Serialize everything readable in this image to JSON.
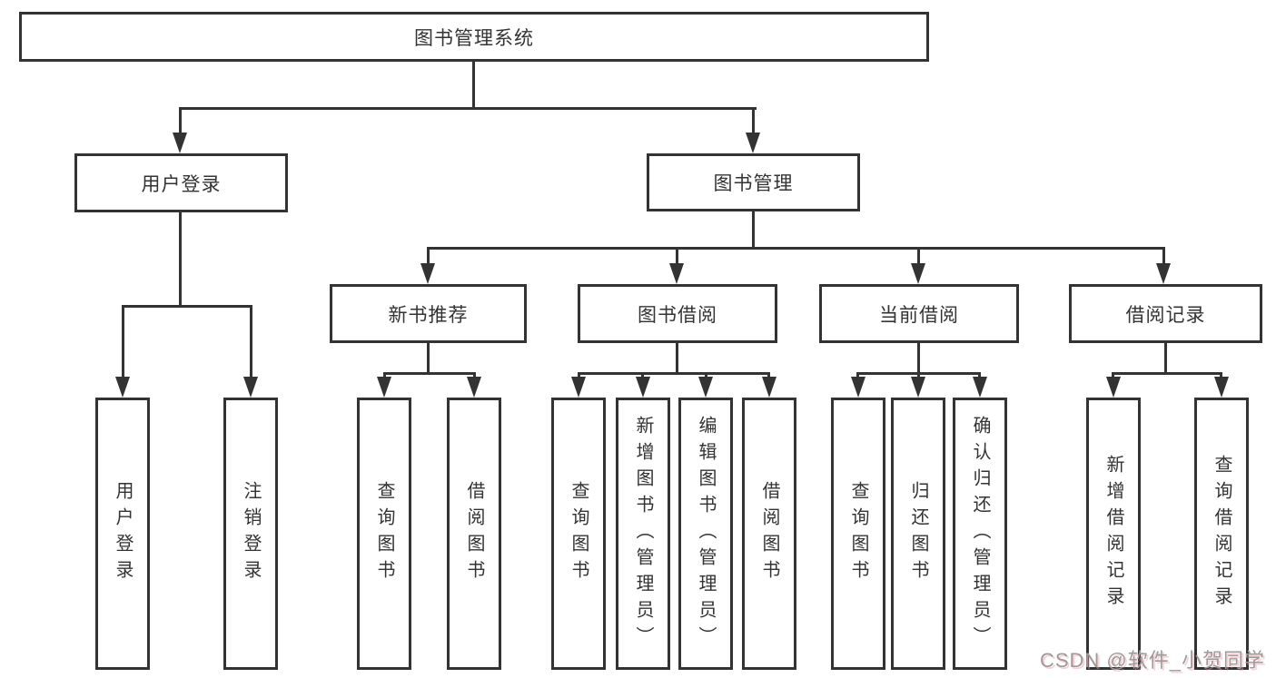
{
  "diagram": {
    "type": "org-tree",
    "title": "图书管理系统",
    "watermark": "CSDN @软件_小贺同学",
    "colors": {
      "line": "#333333",
      "text": "#333333",
      "watermark": "#9b9b9b",
      "background": "#ffffff"
    },
    "hierarchy": {
      "label": "图书管理系统",
      "children": [
        {
          "label": "用户登录",
          "children": [
            {
              "label": "用户登录"
            },
            {
              "label": "注销登录"
            }
          ]
        },
        {
          "label": "图书管理",
          "children": [
            {
              "label": "新书推荐",
              "children": [
                {
                  "label": "查询图书"
                },
                {
                  "label": "借阅图书"
                }
              ]
            },
            {
              "label": "图书借阅",
              "children": [
                {
                  "label": "查询图书"
                },
                {
                  "label": "新增图书（管理员）"
                },
                {
                  "label": "编辑图书（管理员）"
                },
                {
                  "label": "借阅图书"
                }
              ]
            },
            {
              "label": "当前借阅",
              "children": [
                {
                  "label": "查询图书"
                },
                {
                  "label": "归还图书"
                },
                {
                  "label": "确认归还（管理员）"
                }
              ]
            },
            {
              "label": "借阅记录",
              "children": [
                {
                  "label": "新增借阅记录"
                },
                {
                  "label": "查询借阅记录"
                }
              ]
            }
          ]
        }
      ]
    }
  }
}
